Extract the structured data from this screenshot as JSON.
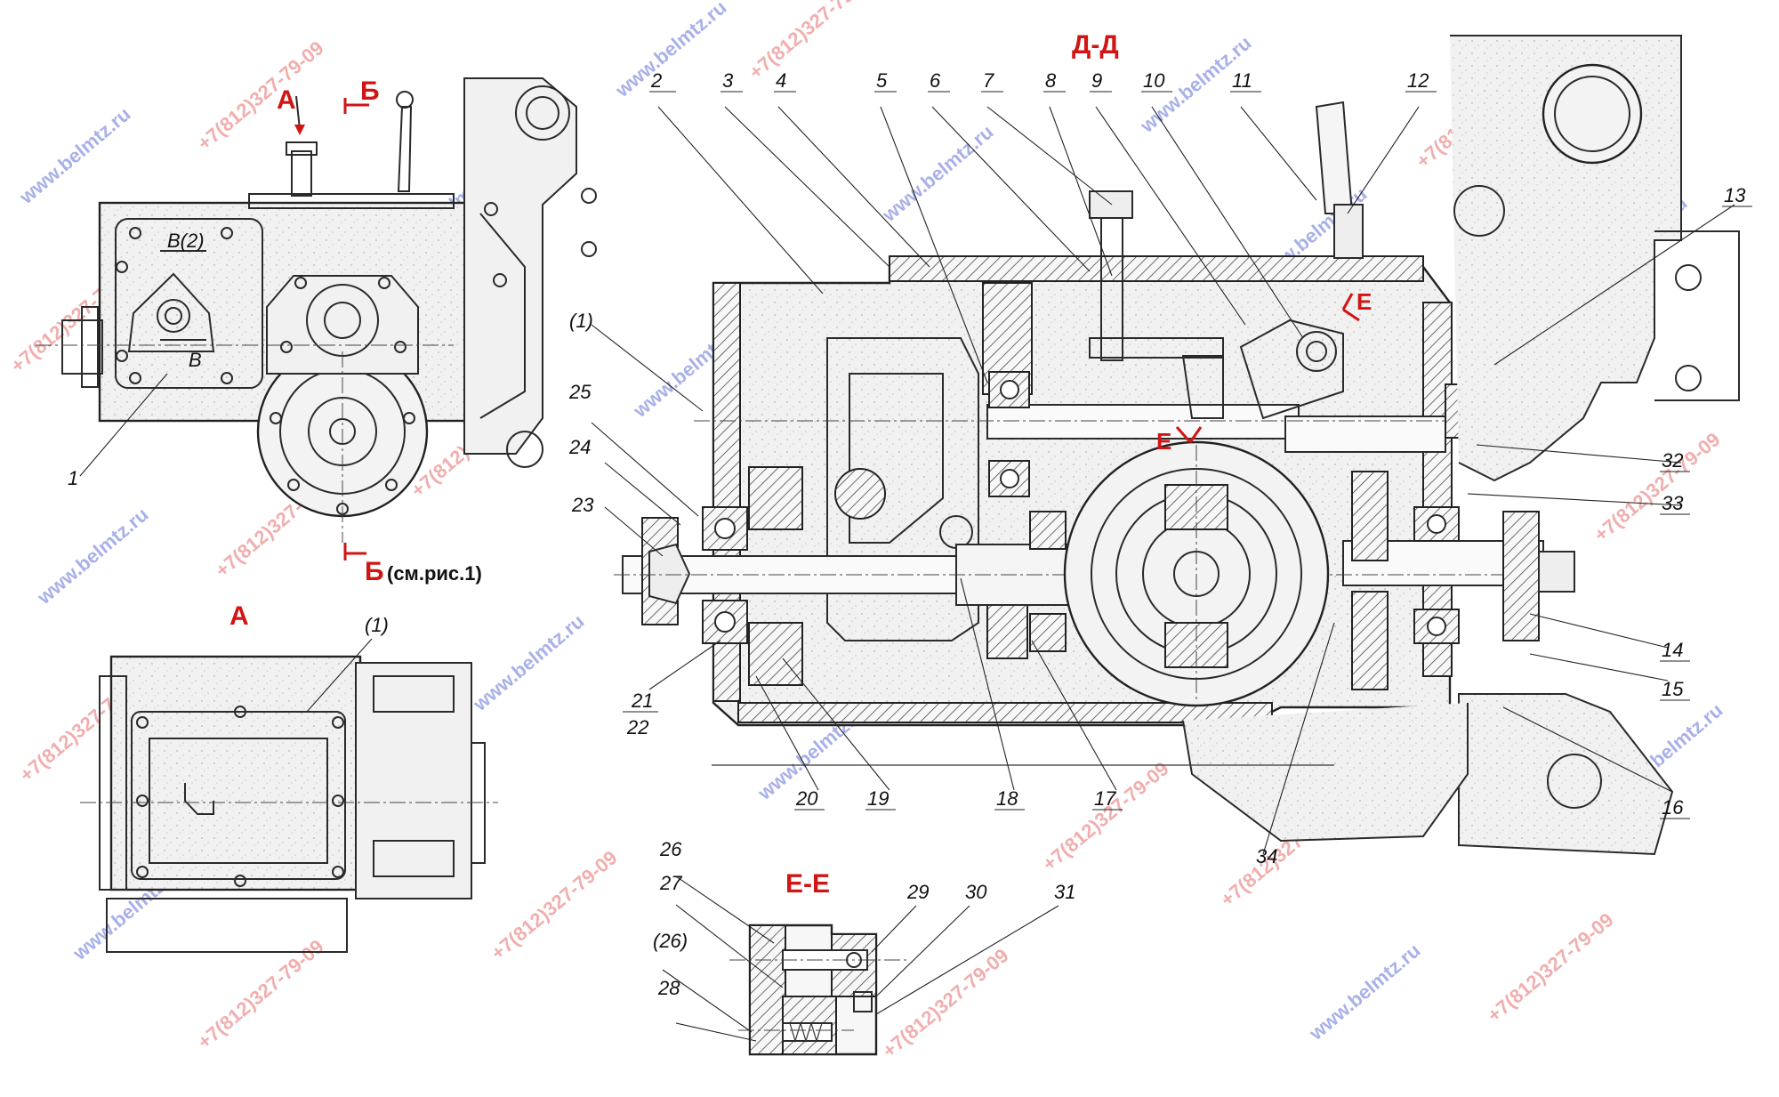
{
  "sections": {
    "section_dd": "Д-Д",
    "section_a_arrow": "А",
    "section_b_top": "Б",
    "section_b_bottom": "Б",
    "see_fig": "(см.рис.1)",
    "view_a": "А",
    "section_ee": "Е-Е",
    "e_mark_upper": "Е",
    "e_mark_lower": "Е",
    "b2_label": "В(2)",
    "b_label": "В"
  },
  "callouts": {
    "c1": "1",
    "c1p": "(1)",
    "c1p_b": "(1)",
    "c2": "2",
    "c3": "3",
    "c4": "4",
    "c5": "5",
    "c6": "6",
    "c7": "7",
    "c8": "8",
    "c9": "9",
    "c10": "10",
    "c11": "11",
    "c12": "12",
    "c13": "13",
    "c14": "14",
    "c15": "15",
    "c16": "16",
    "c17": "17",
    "c18": "18",
    "c19": "19",
    "c20": "20",
    "c21": "21",
    "c22": "22",
    "c23": "23",
    "c24": "24",
    "c25": "25",
    "c26": "26",
    "c26p": "(26)",
    "c27": "27",
    "c28": "28",
    "c29": "29",
    "c30": "30",
    "c31": "31",
    "c32": "32",
    "c33": "33",
    "c34": "34"
  },
  "watermarks": {
    "site": "www.belmtz.ru",
    "phone": "+7(812)327-79-09"
  },
  "colors": {
    "label_red": "#d11414",
    "watermark_blue": "#3344cc",
    "watermark_red": "#e04040",
    "line": "#222222"
  }
}
